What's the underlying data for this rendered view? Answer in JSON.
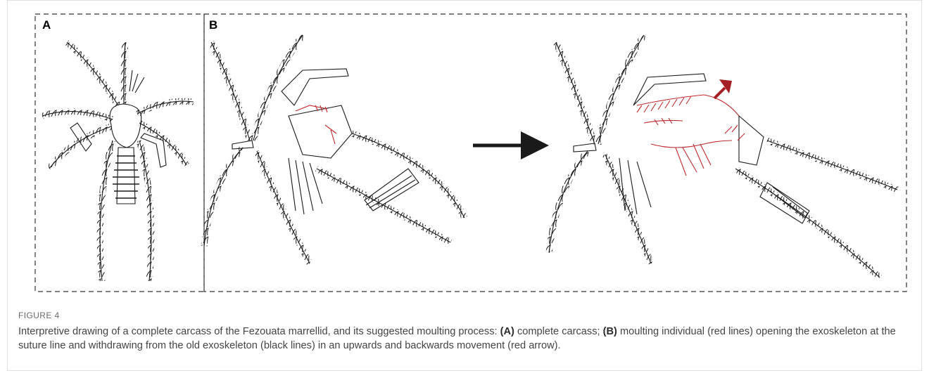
{
  "figure": {
    "panels": [
      {
        "letter": "A"
      },
      {
        "letter": "B"
      }
    ],
    "colors": {
      "old_exoskeleton": "#1a1a1a",
      "moulting_individual": "#c0282d",
      "arrow_main": "#1a1a1a",
      "arrow_direction": "#a51f24"
    }
  },
  "caption": {
    "label": "FIGURE 4",
    "text_intro": "Interpretive drawing of a complete carcass of the Fezouata marrellid, and its suggested moulting process: ",
    "a_tag": "(A)",
    "a_text": " complete carcass; ",
    "b_tag": "(B)",
    "b_text": " moulting individual (red lines) opening the exoskeleton at the suture line and withdrawing from the old exoskeleton (black lines) in an upwards and backwards movement (red arrow)."
  }
}
